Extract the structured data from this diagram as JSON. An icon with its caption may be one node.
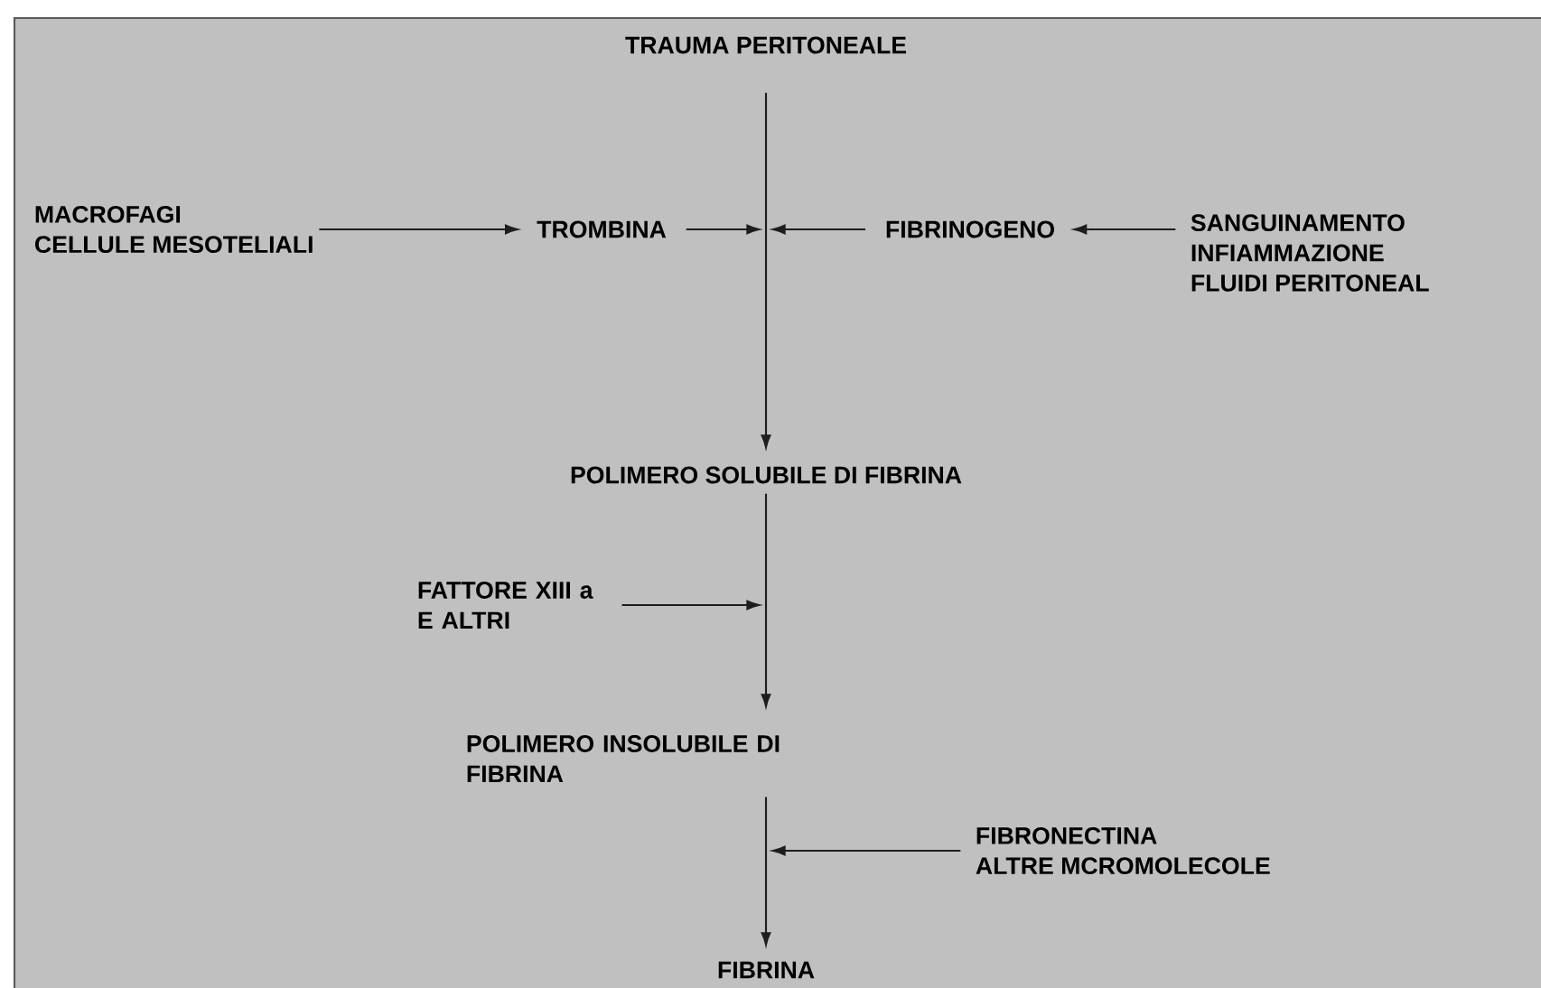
{
  "diagram": {
    "nodes": [
      {
        "text": [
          "TRAUMA PERITONEALE"
        ]
      },
      {
        "text": [
          "MACROFAGI",
          "CELLULE MESOTELIALI"
        ]
      },
      {
        "text": [
          "TROMBINA"
        ]
      },
      {
        "text": [
          "FIBRINOGENO"
        ]
      },
      {
        "text": [
          "SANGUINAMENTO",
          "INFIAMMAZIONE",
          "FLUIDI PERITONEAL"
        ]
      },
      {
        "text": [
          "POLIMERO SOLUBILE DI FIBRINA"
        ]
      },
      {
        "text": [
          "FATTORE XIII a E ALTRI"
        ]
      },
      {
        "text": [
          "POLIMERO INSOLUBILE DI FIBRINA"
        ]
      },
      {
        "text": [
          "FIBRONECTINA",
          "ALTRE MCROMOLECOLE"
        ]
      },
      {
        "text": [
          "FIBRINA"
        ]
      }
    ],
    "edges": [
      {
        "from": 0,
        "to": 5,
        "arrow": "to"
      },
      {
        "from": 1,
        "to": 2,
        "arrow": "to"
      },
      {
        "from": 2,
        "to": null,
        "arrow": "to"
      },
      {
        "from": 3,
        "to": null,
        "arrow": "to"
      },
      {
        "from": 4,
        "to": 3,
        "arrow": "to"
      },
      {
        "from": 5,
        "to": 7,
        "arrow": "to"
      },
      {
        "from": 6,
        "to": null,
        "arrow": "to"
      },
      {
        "from": 7,
        "to": 9,
        "arrow": "to"
      },
      {
        "from": 8,
        "to": null,
        "arrow": "to"
      }
    ]
  }
}
